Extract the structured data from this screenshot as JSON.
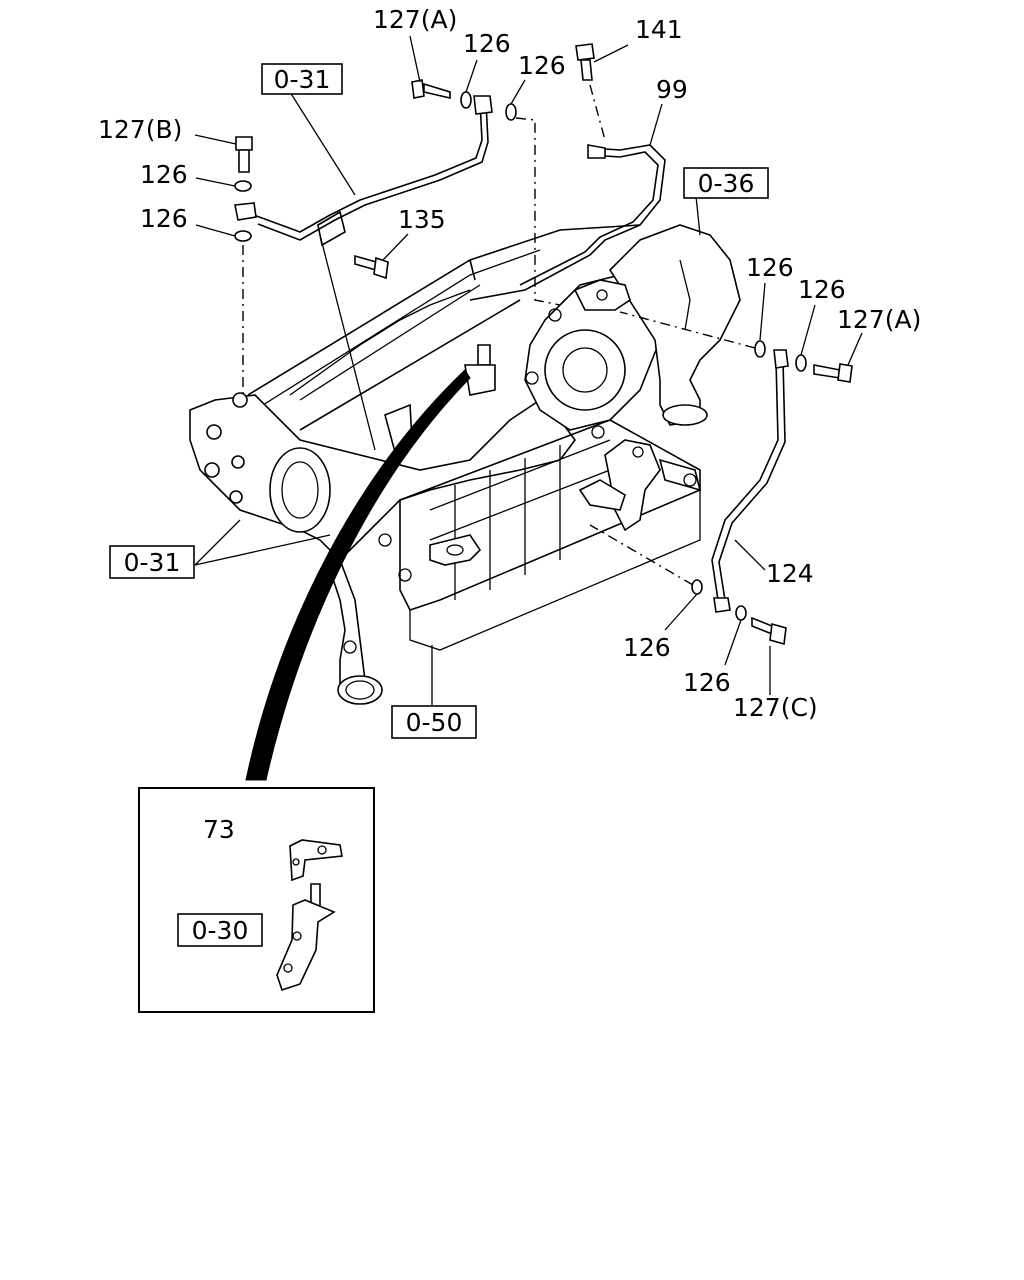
{
  "part_labels": {
    "l127a_top": "127(A)",
    "l126_top1": "126",
    "l126_top2": "126",
    "l141": "141",
    "l99": "99",
    "l127b": "127(B)",
    "l126_left1": "126",
    "l126_left2": "126",
    "l135": "135",
    "l126_right1": "126",
    "l126_right2": "126",
    "l127a_right": "127(A)",
    "l124": "124",
    "l126_bot1": "126",
    "l126_bot2": "126",
    "l127c": "127(C)",
    "l73": "73"
  },
  "ref_boxes": {
    "r031_top": "0-31",
    "r036": "0-36",
    "r031_left": "0-31",
    "r050": "0-50",
    "r030": "0-30"
  }
}
